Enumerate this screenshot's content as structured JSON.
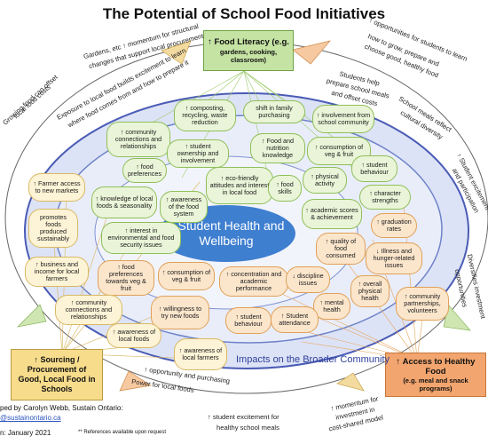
{
  "title": "The Potential of School Food Initiatives",
  "center_label": "↑ Student Health and Wellbeing",
  "impacts_label": "Impacts on the Broader Community",
  "corners": {
    "food_literacy": {
      "title": "↑ Food Literacy (e.g.",
      "sub": "gardens, cooking, classroom)"
    },
    "sourcing": {
      "title": "↑ Sourcing / Procurement of Good, Local Food in Schools"
    },
    "access": {
      "title": "↑ Access to Healthy Food",
      "sub": "(e.g. meal and snack programs)"
    }
  },
  "arc_labels": {
    "gardens": "Gardens, etc ↑ momentum for structural",
    "gardens2": "changes that support local procurement",
    "opportunities": "↑ opportunities for students to learn",
    "opportunities2": "how to grow, prepare and",
    "opportunities3": "choose good, healthy food",
    "exposure": "Exposure to local food builds excitement to learn",
    "exposure2": "where food comes from and how to prepare it",
    "growing": "Growing food can offset",
    "growing2": "local food costs",
    "students_help": "Students help",
    "students_help2": "prepare school meals",
    "students_help3": "and offset costs",
    "cultural": "School meals reflect",
    "cultural2": "cultural diversity",
    "excitement": "↑ Student excitement",
    "excitement2": "and participation",
    "diversifies": "Diversifies investment",
    "diversifies2": "opportunities",
    "power": "↑ opportunity and purchasing",
    "power2": "Power for local foods",
    "student_excitement": "↑ student excitement for",
    "student_excitement2": "healthy school meals",
    "momentum": "↑ momentum for",
    "momentum2": "investment in",
    "momentum3": "cost-shared model"
  },
  "bubbles": {
    "composting": "↑ composting, recycling, waste reduction",
    "family": "shift in family purchasing",
    "involvement": "↑ involvement from school community",
    "community_rel": "↑ community connections and relationships",
    "ownership": "↑ student ownership and involvement",
    "food_nutrition": "↑ Food and nutrition knowledge",
    "consumption_top": "↑ consumption of veg & fruit",
    "behaviour_top": "↑ student behaviour",
    "preferences": "↑ food preferences",
    "eco": "↑ eco-friendly attitudes and interest in local food",
    "food_skills": "↑ food skills",
    "physical": "↑ physical activity",
    "character": "↑ character strengths",
    "knowledge": "↑ knowledge of local foods & seasonality",
    "awareness_system": "↑ awareness of the food system",
    "academic": "↑ academic scores & achievement",
    "graduation": "↑ graduation rates",
    "interest_env": "↑ interest in environmental and food security issues",
    "quality": "↑ quality of food consumed",
    "illness": "↓ Illness and hunger-related issues",
    "preferences_veg": "↑ food preferences towards veg & fruit",
    "consumption_mid": "↑ consumption of veg & fruit",
    "concentration": "↑ concentration and academic performance",
    "discipline": "↓ discipline issues",
    "overall": "↑ overall physical health",
    "willingness": "↑ willingness to try new foods",
    "mental": "↑ mental health",
    "community_part": "↑ community partnerships, volunteers",
    "behaviour_low": "↑ student behaviour",
    "attendance": "↑ Student attendance",
    "farmer_access": "↑ Farmer access to new markets",
    "promotes": "promotes foods produced sustainably",
    "business": "↑ business and income for local farmers",
    "community_left": "↑ community connections and relationships",
    "awareness_local": "↑ awareness of local foods",
    "awareness_farmers": "↑ awareness of local farmers"
  },
  "footer": {
    "line1": "ped by Carolyn Webb, Sustain Ontario:",
    "email": "@sustainontario.ca",
    "date": "n: January 2021",
    "refs": "** References available upon request"
  }
}
